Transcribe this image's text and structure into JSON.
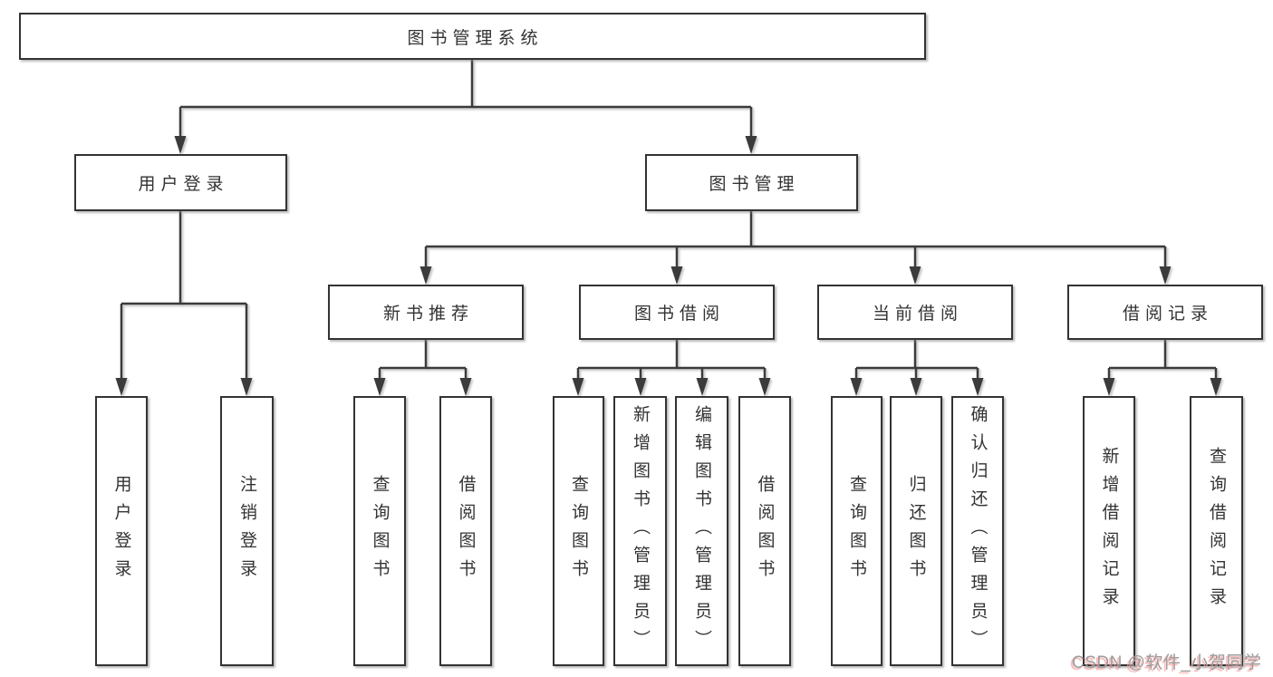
{
  "tree": {
    "root": "图书管理系统",
    "children": [
      {
        "label": "用户登录",
        "children": [
          {
            "label": "用户登录"
          },
          {
            "label": "注销登录"
          }
        ]
      },
      {
        "label": "图书管理",
        "children": [
          {
            "label": "新书推荐",
            "children": [
              {
                "label": "查询图书"
              },
              {
                "label": "借阅图书"
              }
            ]
          },
          {
            "label": "图书借阅",
            "children": [
              {
                "label": "查询图书"
              },
              {
                "label": "新增图书（管理员）"
              },
              {
                "label": "编辑图书（管理员）"
              },
              {
                "label": "借阅图书"
              }
            ]
          },
          {
            "label": "当前借阅",
            "children": [
              {
                "label": "查询图书"
              },
              {
                "label": "归还图书"
              },
              {
                "label": "确认归还（管理员）"
              }
            ]
          },
          {
            "label": "借阅记录",
            "children": [
              {
                "label": "新增借阅记录"
              },
              {
                "label": "查询借阅记录"
              }
            ]
          }
        ]
      }
    ]
  },
  "watermark": {
    "text": "CSDN @软件_小贺同学"
  },
  "colors": {
    "line": "#3b3b3b",
    "box_border": "#333333",
    "text": "#333333",
    "background": "#ffffff",
    "watermark_text": "#9b9b9b",
    "watermark_shadow": "#f79e9e"
  }
}
